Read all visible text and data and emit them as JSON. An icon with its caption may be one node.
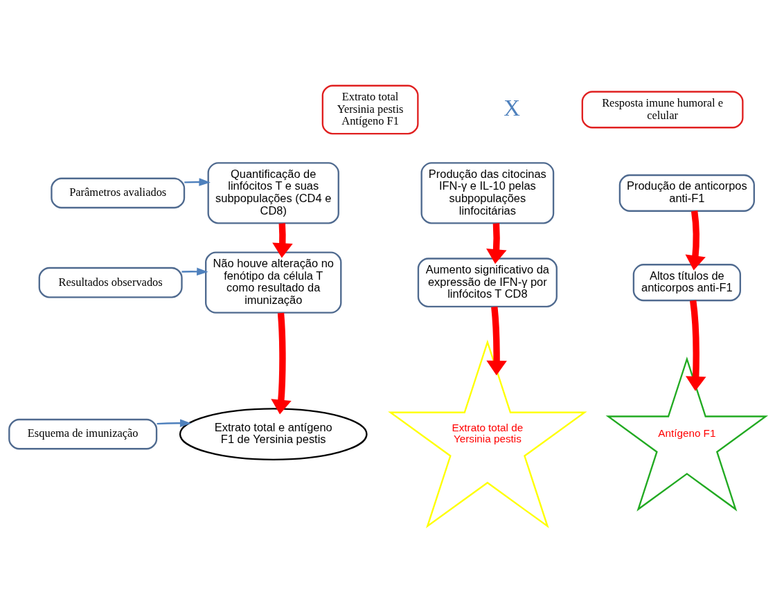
{
  "diagram": {
    "nodes": [
      {
        "text": [
          "Extrato total",
          "Yersinia pestis",
          "Antígeno F1"
        ]
      },
      {
        "text": [
          "Resposta imune humoral e celular"
        ]
      },
      {
        "text": [
          "Parâmetros avaliados"
        ]
      },
      {
        "text": [
          "Quantificação de linfócitos T e suas subpopulações (CD4 e CD8)"
        ]
      },
      {
        "text": [
          "Produção das citocinas IFN-γ e IL-10 pelas subpopulações linfocitárias"
        ]
      },
      {
        "text": [
          "Produção de anticorpos anti-F1"
        ]
      },
      {
        "text": [
          "Resultados observados"
        ]
      },
      {
        "text": [
          "Não houve alteração no fenótipo da célula T como resultado da imunização"
        ]
      },
      {
        "text": [
          "Aumento significativo da expressão de IFN-γ por linfócitos T CD8"
        ]
      },
      {
        "text": [
          "Altos títulos de anticorpos anti-F1"
        ]
      },
      {
        "text": [
          "Esquema de imunização"
        ]
      },
      {
        "text": [
          "Extrato total e antígeno F1 de Yersinia pestis"
        ]
      },
      {
        "text": [
          "Extrato total de Yersinia pestis"
        ]
      },
      {
        "text": [
          "Antígeno F1"
        ]
      }
    ],
    "edges": [
      {
        "from": 2,
        "to": 3,
        "arrow": "to",
        "color": "#4f81bd"
      },
      {
        "from": 3,
        "to": 7,
        "arrow": "to"
      },
      {
        "from": 4,
        "to": 8,
        "arrow": "to"
      },
      {
        "from": 5,
        "to": 9,
        "arrow": "to"
      },
      {
        "from": 6,
        "to": 7,
        "arrow": "to",
        "color": "#4f81bd"
      },
      {
        "from": 7,
        "to": 11,
        "arrow": "to"
      },
      {
        "from": 8,
        "to": 12,
        "arrow": "to"
      },
      {
        "from": 9,
        "to": 13,
        "arrow": "to"
      },
      {
        "from": 10,
        "to": 11,
        "arrow": "to",
        "color": "#4f81bd"
      }
    ],
    "labels": [
      "X"
    ]
  }
}
